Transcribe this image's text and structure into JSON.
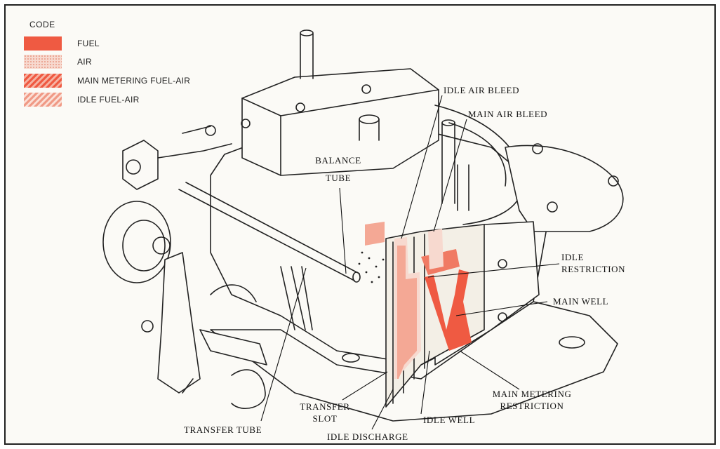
{
  "legend": {
    "title": "CODE",
    "items": [
      {
        "label": "FUEL",
        "color": "#ef5a42"
      },
      {
        "label": "AIR",
        "color": "#f7d9cf"
      },
      {
        "label": "MAIN METERING FUEL-AIR",
        "color": "#ef5a42"
      },
      {
        "label": "IDLE FUEL-AIR",
        "color": "#f09a86"
      }
    ]
  },
  "labels": {
    "idle_air_bleed": "IDLE AIR BLEED",
    "main_air_bleed": "MAIN AIR BLEED",
    "balance_tube_1": "BALANCE",
    "balance_tube_2": "TUBE",
    "idle_restriction_1": "IDLE",
    "idle_restriction_2": "RESTRICTION",
    "main_well": "MAIN WELL",
    "main_metering_restriction_1": "MAIN METERING",
    "main_metering_restriction_2": "RESTRICTION",
    "transfer_slot_1": "TRANSFER",
    "transfer_slot_2": "SLOT",
    "idle_well": "IDLE WELL",
    "transfer_tube": "TRANSFER TUBE",
    "idle_discharge": "IDLE DISCHARGE"
  }
}
